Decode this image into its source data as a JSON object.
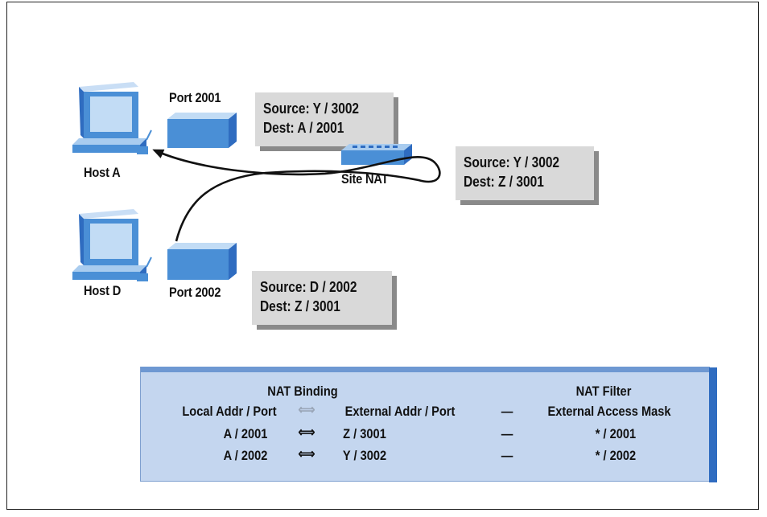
{
  "hosts": {
    "host_a": {
      "label": "Host A"
    },
    "host_d": {
      "label": "Host D"
    }
  },
  "ports": {
    "port_2001": {
      "label": "Port 2001"
    },
    "port_2002": {
      "label": "Port 2002"
    }
  },
  "site_nat": {
    "label": "Site NAT"
  },
  "packets": {
    "top": {
      "source": "Source: Y / 3002",
      "dest": "Dest: A / 2001"
    },
    "right": {
      "source": "Source: Y / 3002",
      "dest": "Dest: Z / 3001"
    },
    "bottom": {
      "source": "Source: D / 2002",
      "dest": "Dest: Z / 3001"
    }
  },
  "table": {
    "binding_title": "NAT Binding",
    "filter_title": "NAT Filter",
    "header": {
      "local": "Local Addr / Port",
      "external": "External Addr / Port",
      "dash": "—",
      "mask": "External Access Mask"
    },
    "rows": [
      {
        "local": "A / 2001",
        "external": "Z / 3001",
        "dash": "—",
        "mask": "* / 2001"
      },
      {
        "local": "A / 2002",
        "external": "Y / 3002",
        "dash": "—",
        "mask": "* / 2002"
      }
    ]
  },
  "colors": {
    "device_blue": "#4a8fd6",
    "device_light": "#a9ccef",
    "bubble_gray": "#d9d9d9",
    "panel_blue": "#c4d6ef",
    "panel_edge": "#2f6cc0"
  }
}
